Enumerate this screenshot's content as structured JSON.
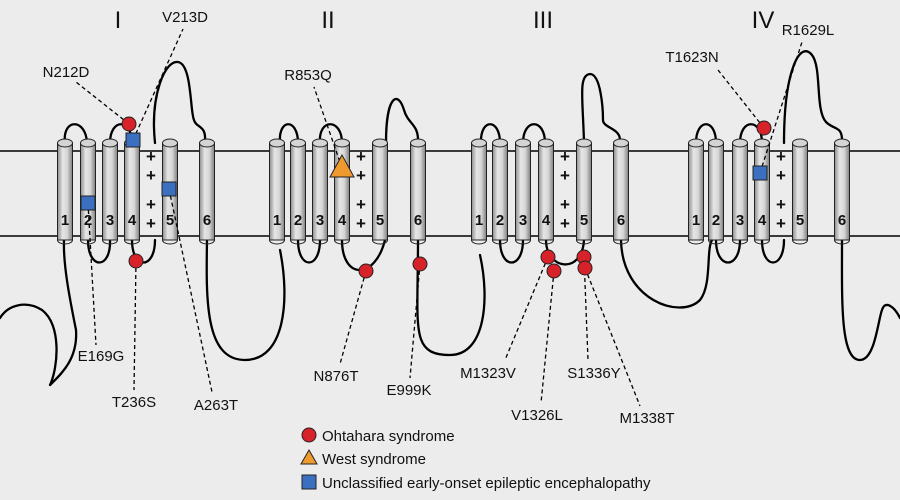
{
  "domains": [
    "I",
    "II",
    "III",
    "IV"
  ],
  "segment_numbers": [
    "1",
    "2",
    "3",
    "4",
    "5",
    "6"
  ],
  "charge_symbol": "+",
  "colors": {
    "background": "#ececec",
    "ohtahara": "#d8222a",
    "west": "#ef9a2e",
    "unclassified": "#3b6fbf",
    "helix_body": "#cfcfcf"
  },
  "mutations": [
    {
      "label": "N212D",
      "category": "ohtahara",
      "domain": "I",
      "location": "S3-S4 extracellular loop"
    },
    {
      "label": "V213D",
      "category": "unclassified",
      "domain": "I",
      "location": "S4"
    },
    {
      "label": "E169G",
      "category": "unclassified",
      "domain": "I",
      "location": "S2"
    },
    {
      "label": "T236S",
      "category": "ohtahara",
      "domain": "I",
      "location": "S4-S5 intracellular loop"
    },
    {
      "label": "A263T",
      "category": "unclassified",
      "domain": "I",
      "location": "S5"
    },
    {
      "label": "R853Q",
      "category": "west",
      "domain": "II",
      "location": "S4"
    },
    {
      "label": "N876T",
      "category": "ohtahara",
      "domain": "II",
      "location": "S4-S5 intracellular loop"
    },
    {
      "label": "E999K",
      "category": "ohtahara",
      "domain": "II",
      "location": "S6"
    },
    {
      "label": "M1323V",
      "category": "ohtahara",
      "domain": "III",
      "location": "S4-S5 intracellular loop"
    },
    {
      "label": "V1326L",
      "category": "ohtahara",
      "domain": "III",
      "location": "S4-S5 intracellular loop"
    },
    {
      "label": "S1336Y",
      "category": "ohtahara",
      "domain": "III",
      "location": "S5"
    },
    {
      "label": "M1338T",
      "category": "ohtahara",
      "domain": "III",
      "location": "S5"
    },
    {
      "label": "T1623N",
      "category": "ohtahara",
      "domain": "IV",
      "location": "S3-S4 extracellular loop"
    },
    {
      "label": "R1629L",
      "category": "unclassified",
      "domain": "IV",
      "location": "S4"
    }
  ],
  "legend": [
    {
      "key": "ohtahara",
      "label": "Ohtahara syndrome",
      "shape": "circle"
    },
    {
      "key": "west",
      "label": "West syndrome",
      "shape": "triangle"
    },
    {
      "key": "unclassified",
      "label": "Unclassified early-onset epileptic encephalopathy",
      "shape": "square"
    }
  ]
}
